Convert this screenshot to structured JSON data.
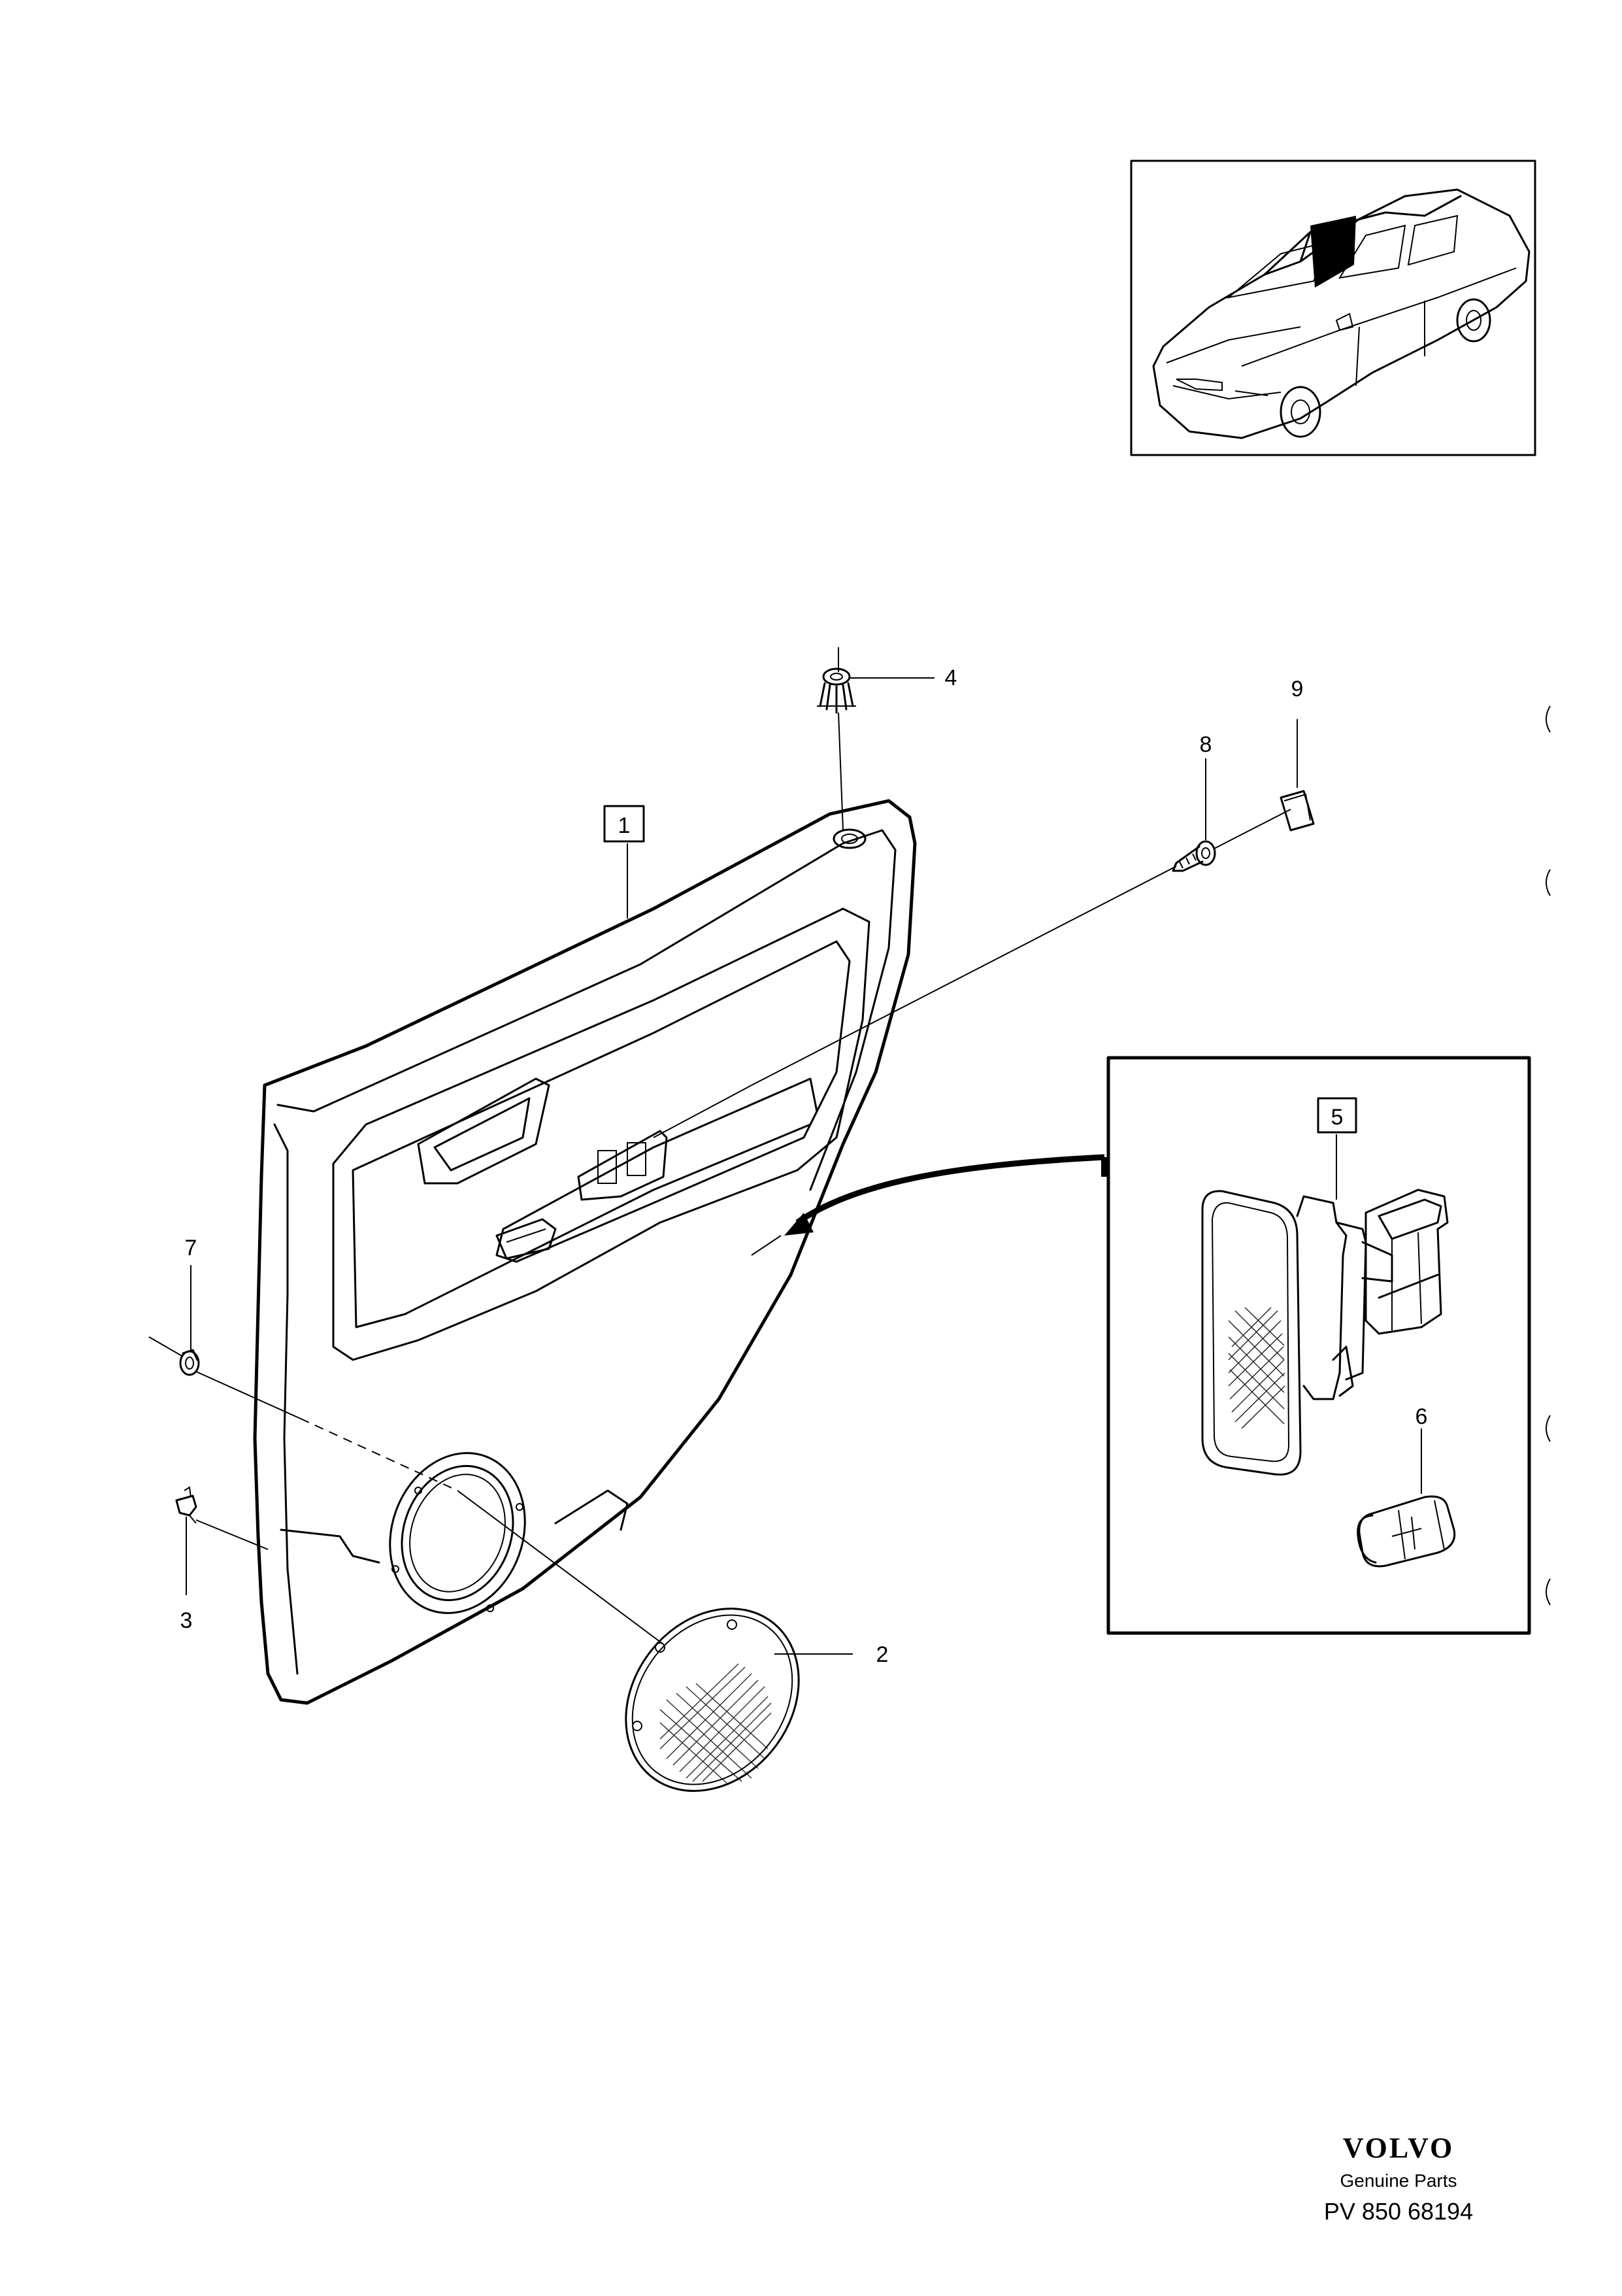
{
  "callouts": {
    "c1": "1",
    "c2": "2",
    "c3": "3",
    "c4": "4",
    "c5": "5",
    "c6": "6",
    "c7": "7",
    "c8": "8",
    "c9": "9"
  },
  "footer": {
    "brand": "VOLVO",
    "subtitle": "Genuine Parts",
    "part_number": "PV 850 68194"
  }
}
